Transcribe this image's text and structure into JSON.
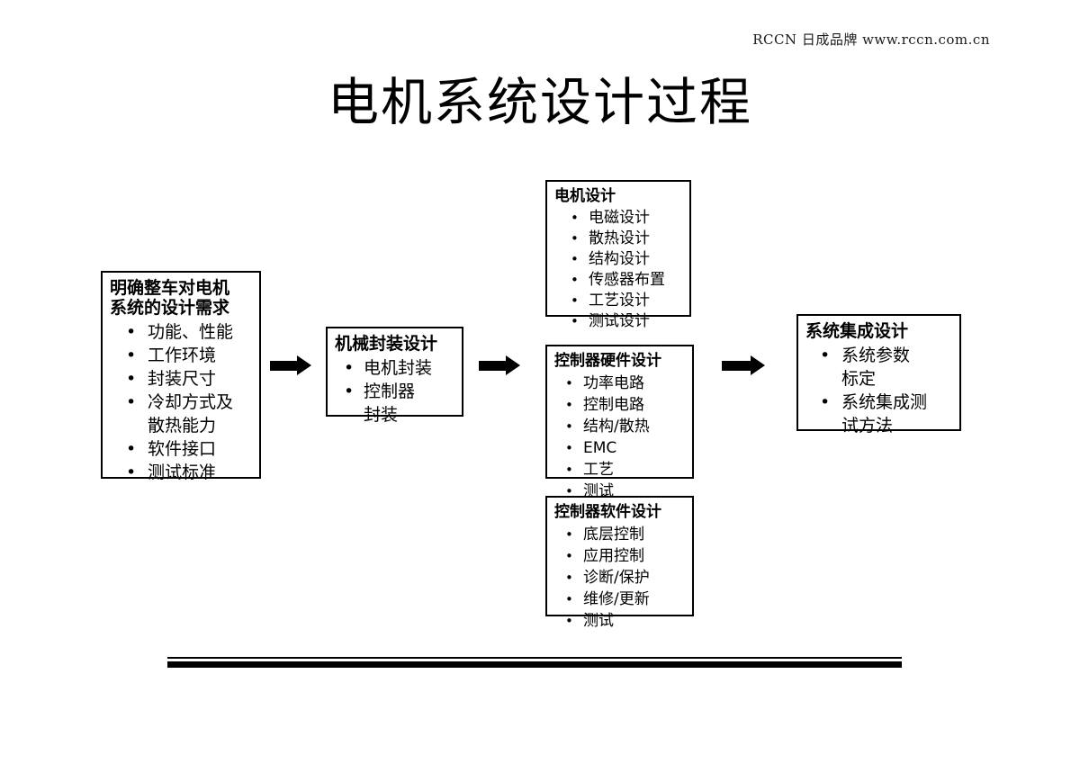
{
  "header": {
    "note": "RCCN 日成品牌 www.rccn.com.cn"
  },
  "title": "电机系统设计过程",
  "nodes": {
    "requirements": {
      "title_line1": "明确整车对电机",
      "title_line2": "系统的设计需求",
      "bullets": [
        {
          "text": "功能、性能"
        },
        {
          "text": "工作环境"
        },
        {
          "text": "封装尺寸"
        },
        {
          "text": "冷却方式及",
          "cont": "散热能力"
        },
        {
          "text": "软件接口"
        },
        {
          "text": "测试标准"
        }
      ]
    },
    "mechanical": {
      "title": "机械封装设计",
      "bullets": [
        {
          "text": "电机封装"
        },
        {
          "text": "控制器",
          "cont": "封装"
        }
      ]
    },
    "motor": {
      "title": "电机设计",
      "bullets": [
        {
          "text": "电磁设计"
        },
        {
          "text": "散热设计"
        },
        {
          "text": "结构设计"
        },
        {
          "text": "传感器布置"
        },
        {
          "text": "工艺设计"
        },
        {
          "text": "测试设计"
        }
      ]
    },
    "hardware": {
      "title": "控制器硬件设计",
      "bullets": [
        {
          "text": "功率电路"
        },
        {
          "text": "控制电路"
        },
        {
          "text": "结构/散热"
        },
        {
          "text": "EMC"
        },
        {
          "text": "工艺"
        },
        {
          "text": "测试"
        }
      ]
    },
    "software": {
      "title": "控制器软件设计",
      "bullets": [
        {
          "text": "底层控制"
        },
        {
          "text": "应用控制"
        },
        {
          "text": "诊断/保护"
        },
        {
          "text": "维修/更新"
        },
        {
          "text": "测试"
        }
      ]
    },
    "integration": {
      "title": "系统集成设计",
      "bullets": [
        {
          "text": "系统参数",
          "cont": "标定"
        },
        {
          "text": "系统集成测",
          "cont": "试方法"
        }
      ]
    }
  },
  "bullet_glyph": "•",
  "colors": {
    "ink": "#000000",
    "background": "#ffffff"
  }
}
